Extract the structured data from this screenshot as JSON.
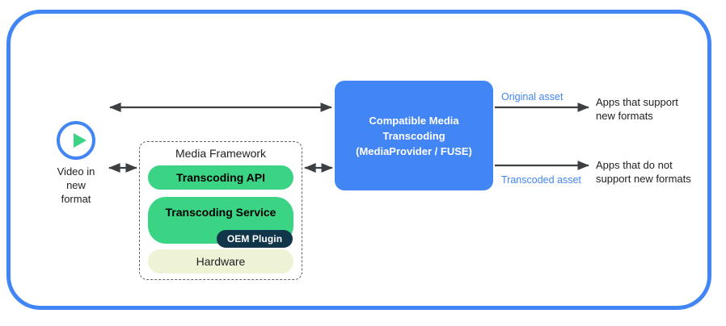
{
  "frame": {
    "accent_color": "#4285f4"
  },
  "source": {
    "icon": "play-circle-icon",
    "caption": "Video in\nnew\nformat"
  },
  "media_framework": {
    "title": "Media Framework",
    "layers": [
      {
        "name": "transcoding-api",
        "label": "Transcoding API",
        "color": "#3ad484"
      },
      {
        "name": "transcoding-service",
        "label": "Transcoding Service",
        "color": "#3ad484"
      },
      {
        "name": "hardware",
        "label": "Hardware",
        "color": "#eef3d5"
      }
    ],
    "badge": {
      "label": "OEM Plugin",
      "color": "#11364a"
    }
  },
  "central_box": {
    "label": "Compatible Media\nTranscoding\n(MediaProvider / FUSE)",
    "color": "#4285f4"
  },
  "outputs": [
    {
      "asset_label": "Original asset",
      "asset_label_color": "#4285f4",
      "target": "Apps that support\nnew formats"
    },
    {
      "asset_label": "Transcoded asset",
      "asset_label_color": "#4285f4",
      "target": "Apps that do not\nsupport new formats"
    }
  ],
  "connectors": [
    {
      "name": "video-to-cmt-arrow",
      "kind": "double-headed"
    },
    {
      "name": "video-to-framework-arrow",
      "kind": "double-headed"
    },
    {
      "name": "framework-to-cmt-arrow",
      "kind": "double-headed"
    },
    {
      "name": "cmt-to-supported-apps-arrow",
      "kind": "single-headed"
    },
    {
      "name": "cmt-to-unsupported-apps-arrow",
      "kind": "single-headed"
    }
  ]
}
